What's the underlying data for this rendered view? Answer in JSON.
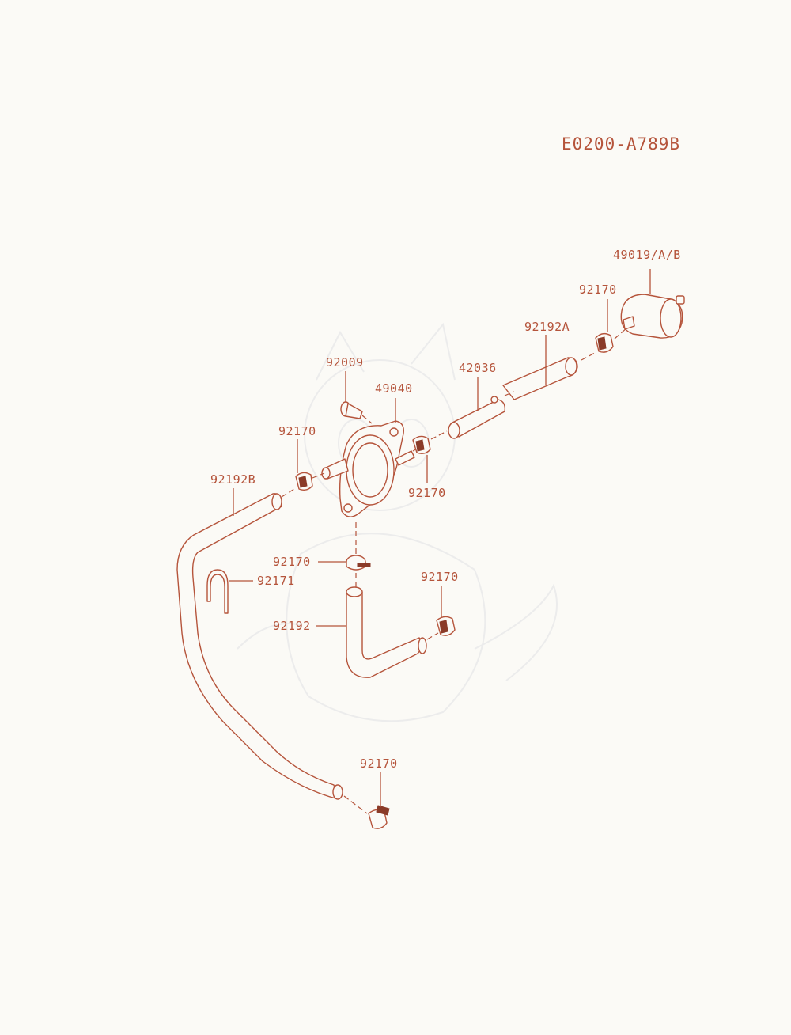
{
  "diagram": {
    "code": "E0200-A789B",
    "labels": {
      "fuel_filter": "49019/A/B",
      "clamp_filter": "92170",
      "hose_a": "92192A",
      "joint": "42036",
      "bolt": "92009",
      "fuel_pump": "49040",
      "clamp_pump_left": "92170",
      "clamp_pump_right": "92170",
      "hose_b": "92192B",
      "clamp_pump_bottom": "92170",
      "hose_clip": "92171",
      "clamp_elbow": "92170",
      "hose_elbow": "92192",
      "clamp_hose_end": "92170"
    }
  },
  "colors": {
    "line": "#b5543b",
    "text": "#b5543b",
    "background": "#fbfaf6"
  }
}
